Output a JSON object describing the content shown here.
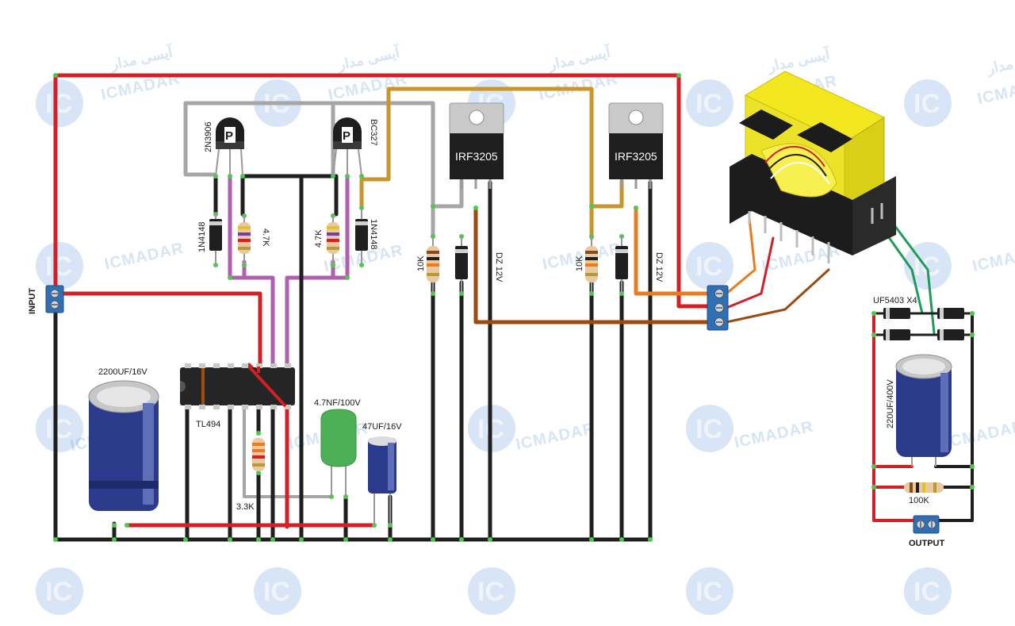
{
  "watermark": {
    "brand_latin": "ICMADAR",
    "brand_persian": "آیسی مدار",
    "logo_letters": "IC"
  },
  "labels": {
    "input": "INPUT",
    "output": "OUTPUT",
    "q_left": "2N3906",
    "q_right": "BC327",
    "q_marking": "P",
    "mosfet_left": "IRF3205",
    "mosfet_right": "IRF3205",
    "diode_left": "1N4148",
    "diode_right": "1N4148",
    "res_left": "4.7K",
    "res_right": "4.7K",
    "res_gate_left": "10K",
    "res_gate_right": "10K",
    "zener_left": "DZ 12V",
    "zener_right": "DZ 12V",
    "ic": "TL494",
    "res_timing": "3.3K",
    "cap_timing": "4.7NF/100V",
    "cap_small": "47UF/16V",
    "cap_input": "2200UF/16V",
    "rectifier": "UF5403 X4",
    "cap_output": "220UF/400V",
    "res_bleeder": "100K"
  },
  "colors": {
    "wire_red": "#d51f26",
    "wire_black": "#1f1f1f",
    "wire_gray": "#a6a6a6",
    "wire_purple": "#b15fb0",
    "wire_gold": "#c8962b",
    "wire_brown": "#9b4a10",
    "wire_orange": "#ea7b1f",
    "wire_green": "#1f9b5a",
    "transformer_bobbin": "#f3e81f",
    "terminal_blue": "#2f6fb3",
    "cap_blue": "#2c3a8c"
  }
}
